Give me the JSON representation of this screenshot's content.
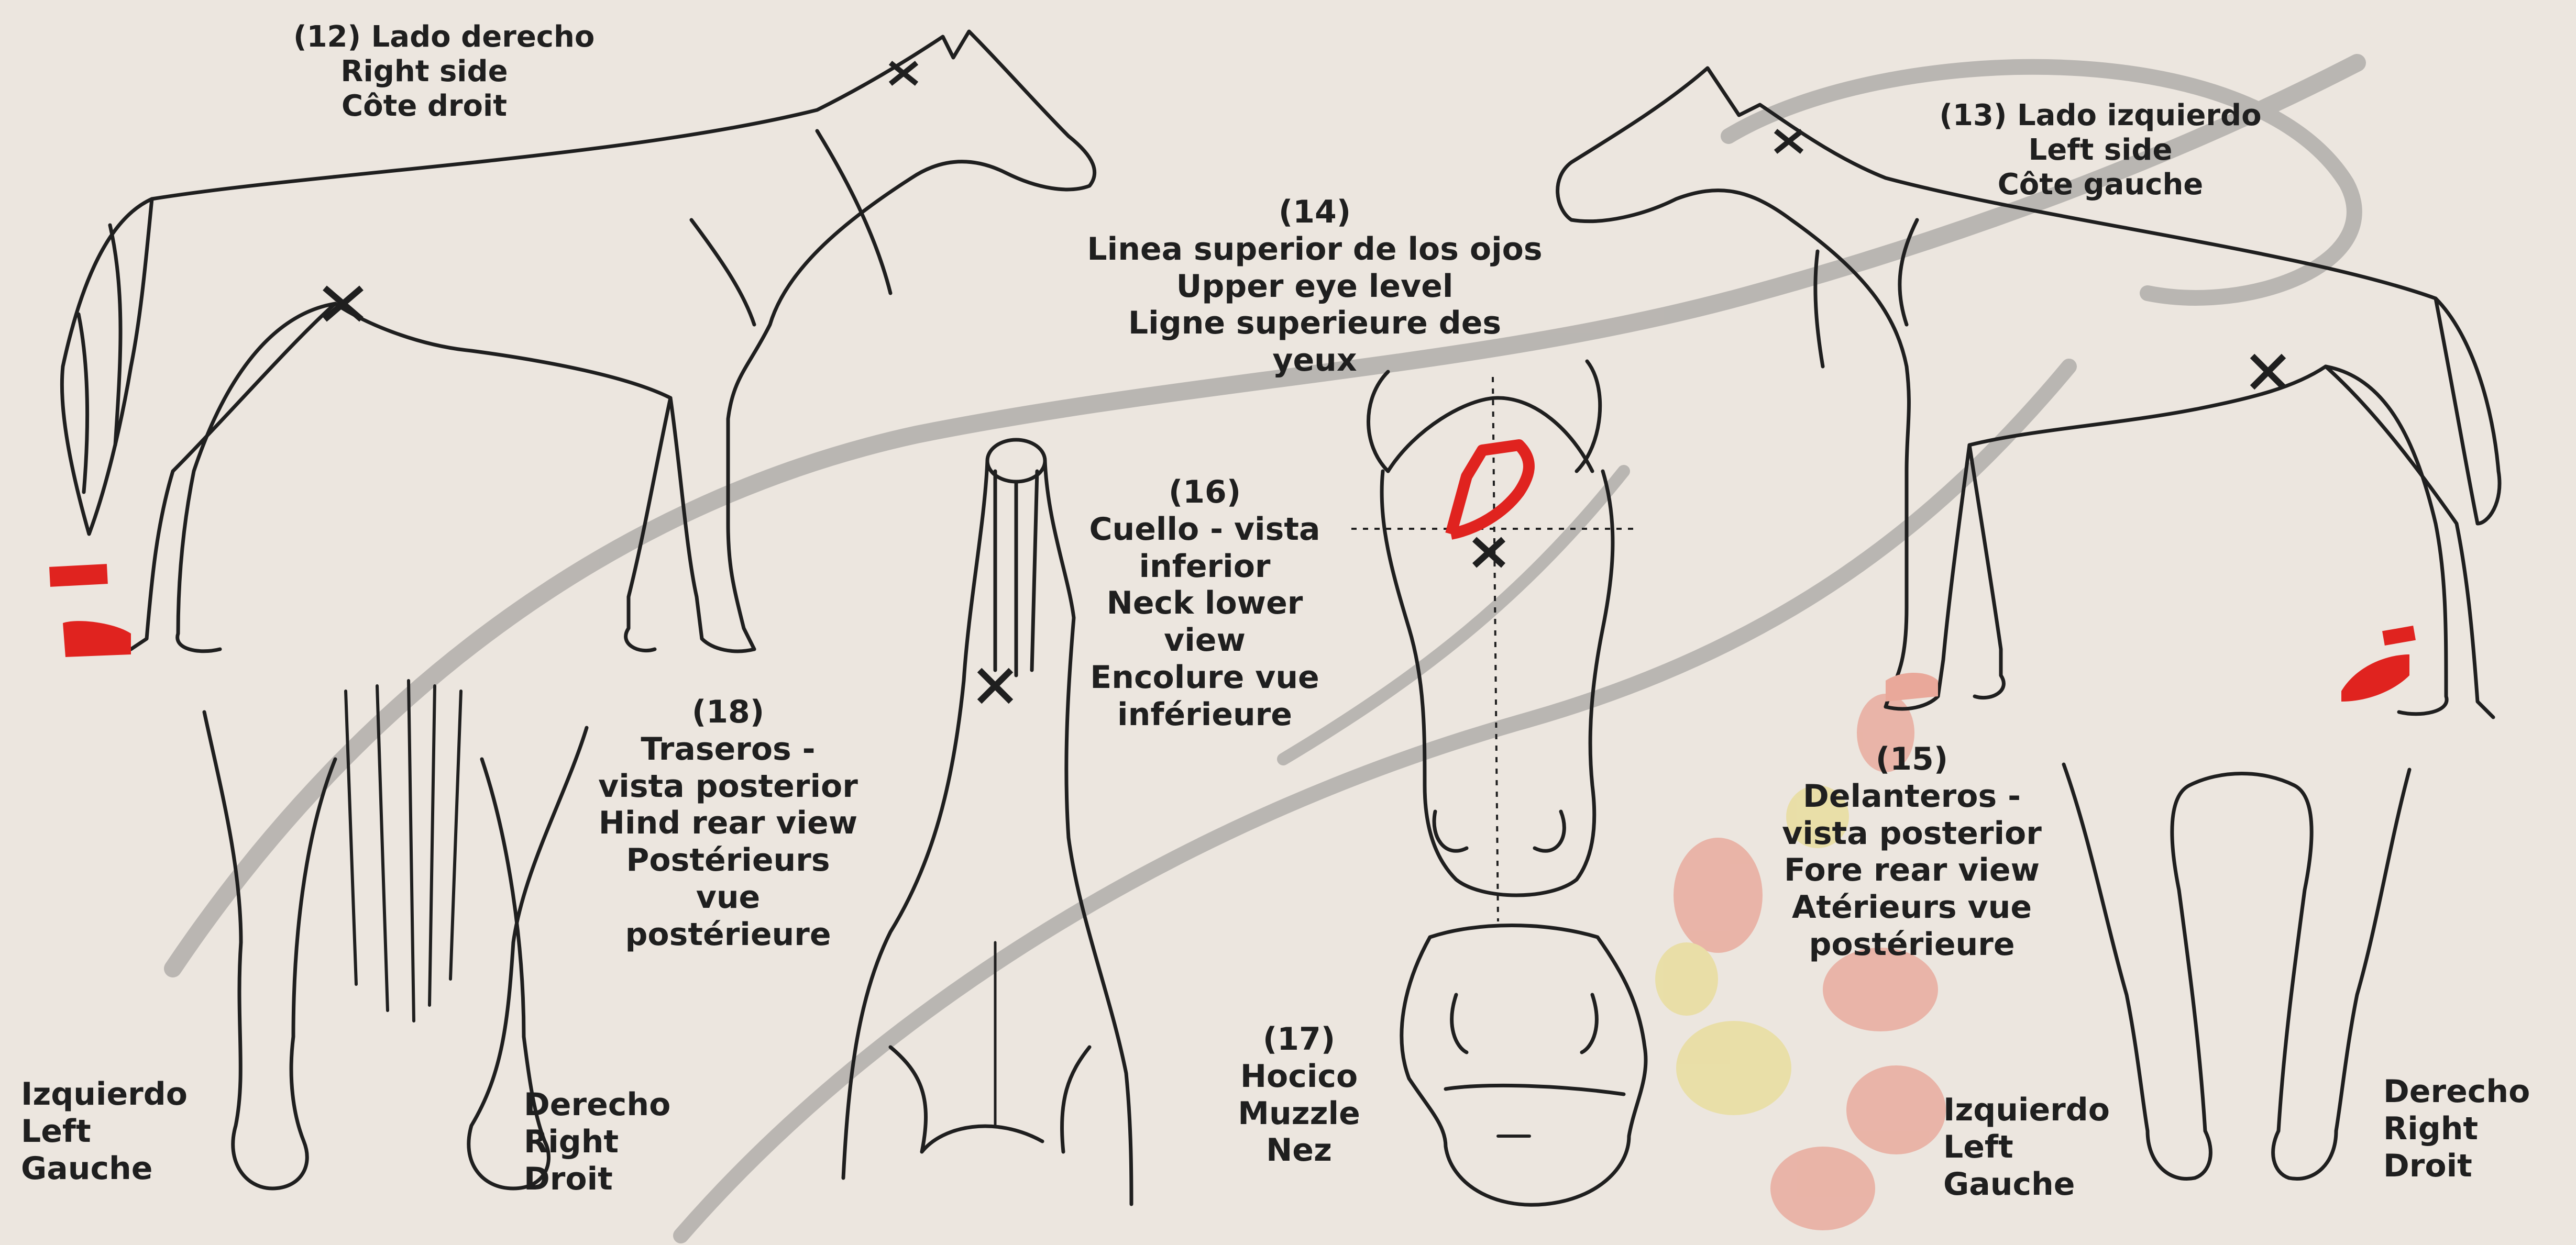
{
  "labels": {
    "right_side": [
      "(12) Lado derecho",
      "Right side",
      "Côte droit"
    ],
    "left_side": [
      "(13) Lado izquierdo",
      "Left side",
      "Côte gauche"
    ],
    "eye_level": [
      "(14)",
      "Linea superior de los ojos",
      "Upper eye level",
      "Ligne superieure des",
      "yeux"
    ],
    "neck": [
      "(16)",
      "Cuello - vista",
      "inferior",
      "Neck lower",
      "view",
      "Encolure vue",
      "inférieure"
    ],
    "hind": [
      "(18)",
      "Traseros -",
      "vista posterior",
      "Hind rear view",
      "Postérieurs",
      "vue",
      "postérieure"
    ],
    "fore": [
      "(15)",
      "Delanteros -",
      "vista posterior",
      "Fore rear view",
      "Atérieurs vue",
      "postérieure"
    ],
    "muzzle": [
      "(17)",
      "Hocico",
      "Muzzle",
      "Nez"
    ],
    "hind_left": [
      "Izquierdo",
      "Left",
      "Gauche"
    ],
    "hind_right": [
      "Derecho",
      "Right",
      "Droit"
    ],
    "fore_left": [
      "Izquierdo",
      "Left",
      "Gauche"
    ],
    "fore_right": [
      "Derecho",
      "Right",
      "Droit"
    ]
  },
  "colors": {
    "paper": "#ece6df",
    "ink": "#1f1f1f",
    "mark_red": "#e0231f",
    "watermark_gray": "#a9a6a3",
    "blotch_pink": "#e9a89a",
    "blotch_yellow": "#e9dd9a"
  }
}
